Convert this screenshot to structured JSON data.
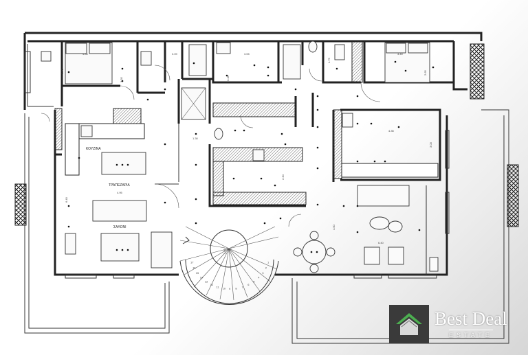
{
  "plan": {
    "rooms": {
      "kitchen": "ΚΟΥΖΙΝΑ",
      "dining": "ΤΡΑΠΕΖΑΡΙΑ",
      "living": "ΣΑΛΟΝΙ"
    },
    "dimensions": {
      "bed_left_w": "4.85",
      "bed_left_h": "3.90",
      "bed_left_h2": "3.35",
      "bath1_w": "3.09",
      "hall_w": "1.30",
      "bed_mid_h": "3.45",
      "bed_mid_w": "3.05",
      "bath2_h": "1.75",
      "bed_right_w": "4.40",
      "bed_right_h": "2.65",
      "kitchen2_w": "4.35",
      "kitchen2_h": "3.00",
      "dining_h": "6.40",
      "dining_w": "4.95",
      "stair_w": "1.60",
      "stair_label": "2.30",
      "corridor_h": "4.00",
      "living_right_w": "6.40"
    },
    "stair_steps": [
      "1",
      "2",
      "3",
      "4",
      "5",
      "6",
      "7",
      "8",
      "9",
      "10",
      "11",
      "12",
      "13",
      "14",
      "15",
      "16",
      "17"
    ]
  },
  "logo": {
    "brand": "Best Deal",
    "sub": "ESTATE",
    "icon": "house-roof-icon",
    "colors": {
      "box": "#3a3a3a",
      "roof": "#4caf50",
      "text": "#ffffff"
    }
  }
}
